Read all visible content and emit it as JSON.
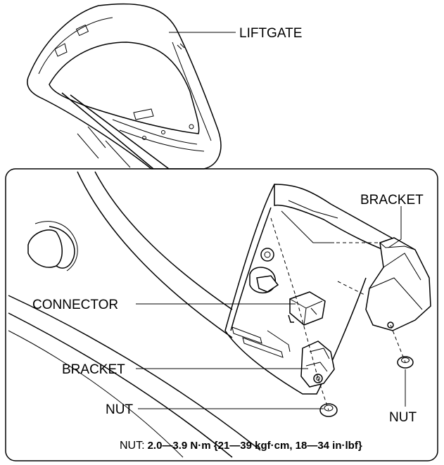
{
  "labels": {
    "liftgate": "LIFTGATE",
    "bracket_top": "BRACKET",
    "connector": "CONNECTOR",
    "bracket_left": "BRACKET",
    "nut_left": "NUT",
    "nut_right": "NUT"
  },
  "torque": {
    "prefix": "NUT:",
    "spec": "2.0—3.9 N·m {21—39 kgf·cm, 18—34 in·lbf}"
  }
}
